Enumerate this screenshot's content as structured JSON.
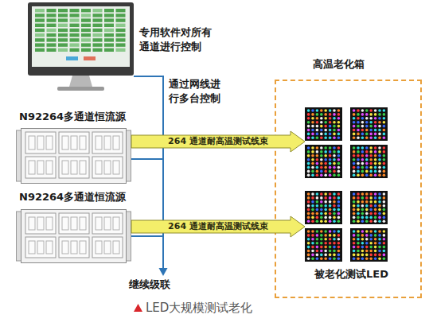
{
  "diagram": {
    "caption": "LED大规模测试老化",
    "nodes": [
      {
        "text": [
          "专用软件对所有 通道进行控制"
        ]
      },
      {
        "text": [
          "N92264多通道恒流源"
        ]
      },
      {
        "text": [
          "N92264多通道恒流源"
        ]
      },
      {
        "text": [
          "高温老化箱"
        ]
      },
      {
        "text": [
          "被老化测试LED"
        ],
        "in": 3
      }
    ],
    "edges": [
      {
        "from": 0,
        "to": 1,
        "arrow": "none",
        "label": "通过网线进行多台控制"
      },
      {
        "from": 0,
        "to": 2,
        "arrow": "none"
      },
      {
        "from": 1,
        "to": 4,
        "arrow": "to",
        "label": "264 通道耐高温测试线束"
      },
      {
        "from": 2,
        "to": 4,
        "arrow": "to",
        "label": "264 通道耐高温测试线束"
      }
    ],
    "labels": [
      "继续级联"
    ]
  }
}
